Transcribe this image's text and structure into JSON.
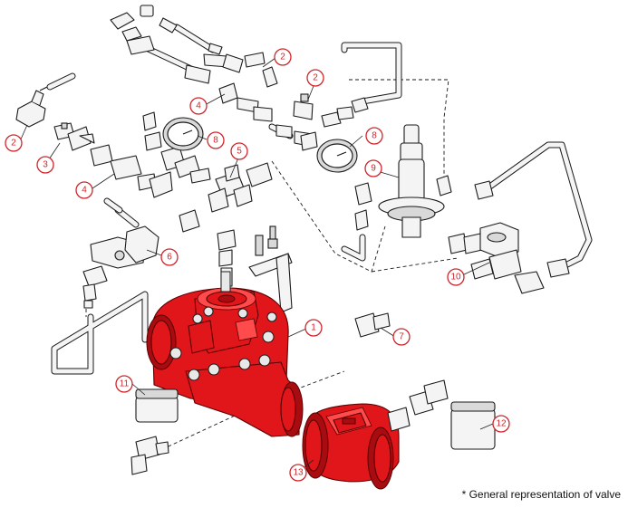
{
  "footnote": "* General representation of valve",
  "callouts": [
    {
      "id": "c1",
      "label": "1"
    },
    {
      "id": "c2a",
      "label": "2"
    },
    {
      "id": "c2b",
      "label": "2"
    },
    {
      "id": "c2c",
      "label": "2"
    },
    {
      "id": "c3",
      "label": "3"
    },
    {
      "id": "c4a",
      "label": "4"
    },
    {
      "id": "c4b",
      "label": "4"
    },
    {
      "id": "c5",
      "label": "5"
    },
    {
      "id": "c6",
      "label": "6"
    },
    {
      "id": "c7",
      "label": "7"
    },
    {
      "id": "c8a",
      "label": "8"
    },
    {
      "id": "c8b",
      "label": "8"
    },
    {
      "id": "c9",
      "label": "9"
    },
    {
      "id": "c10",
      "label": "10"
    },
    {
      "id": "c11",
      "label": "11"
    },
    {
      "id": "c12",
      "label": "12"
    },
    {
      "id": "c13",
      "label": "13"
    }
  ],
  "colors": {
    "valve_red": "#e0161b",
    "callout_red": "#d0252b",
    "line": "#1a1a1a"
  }
}
